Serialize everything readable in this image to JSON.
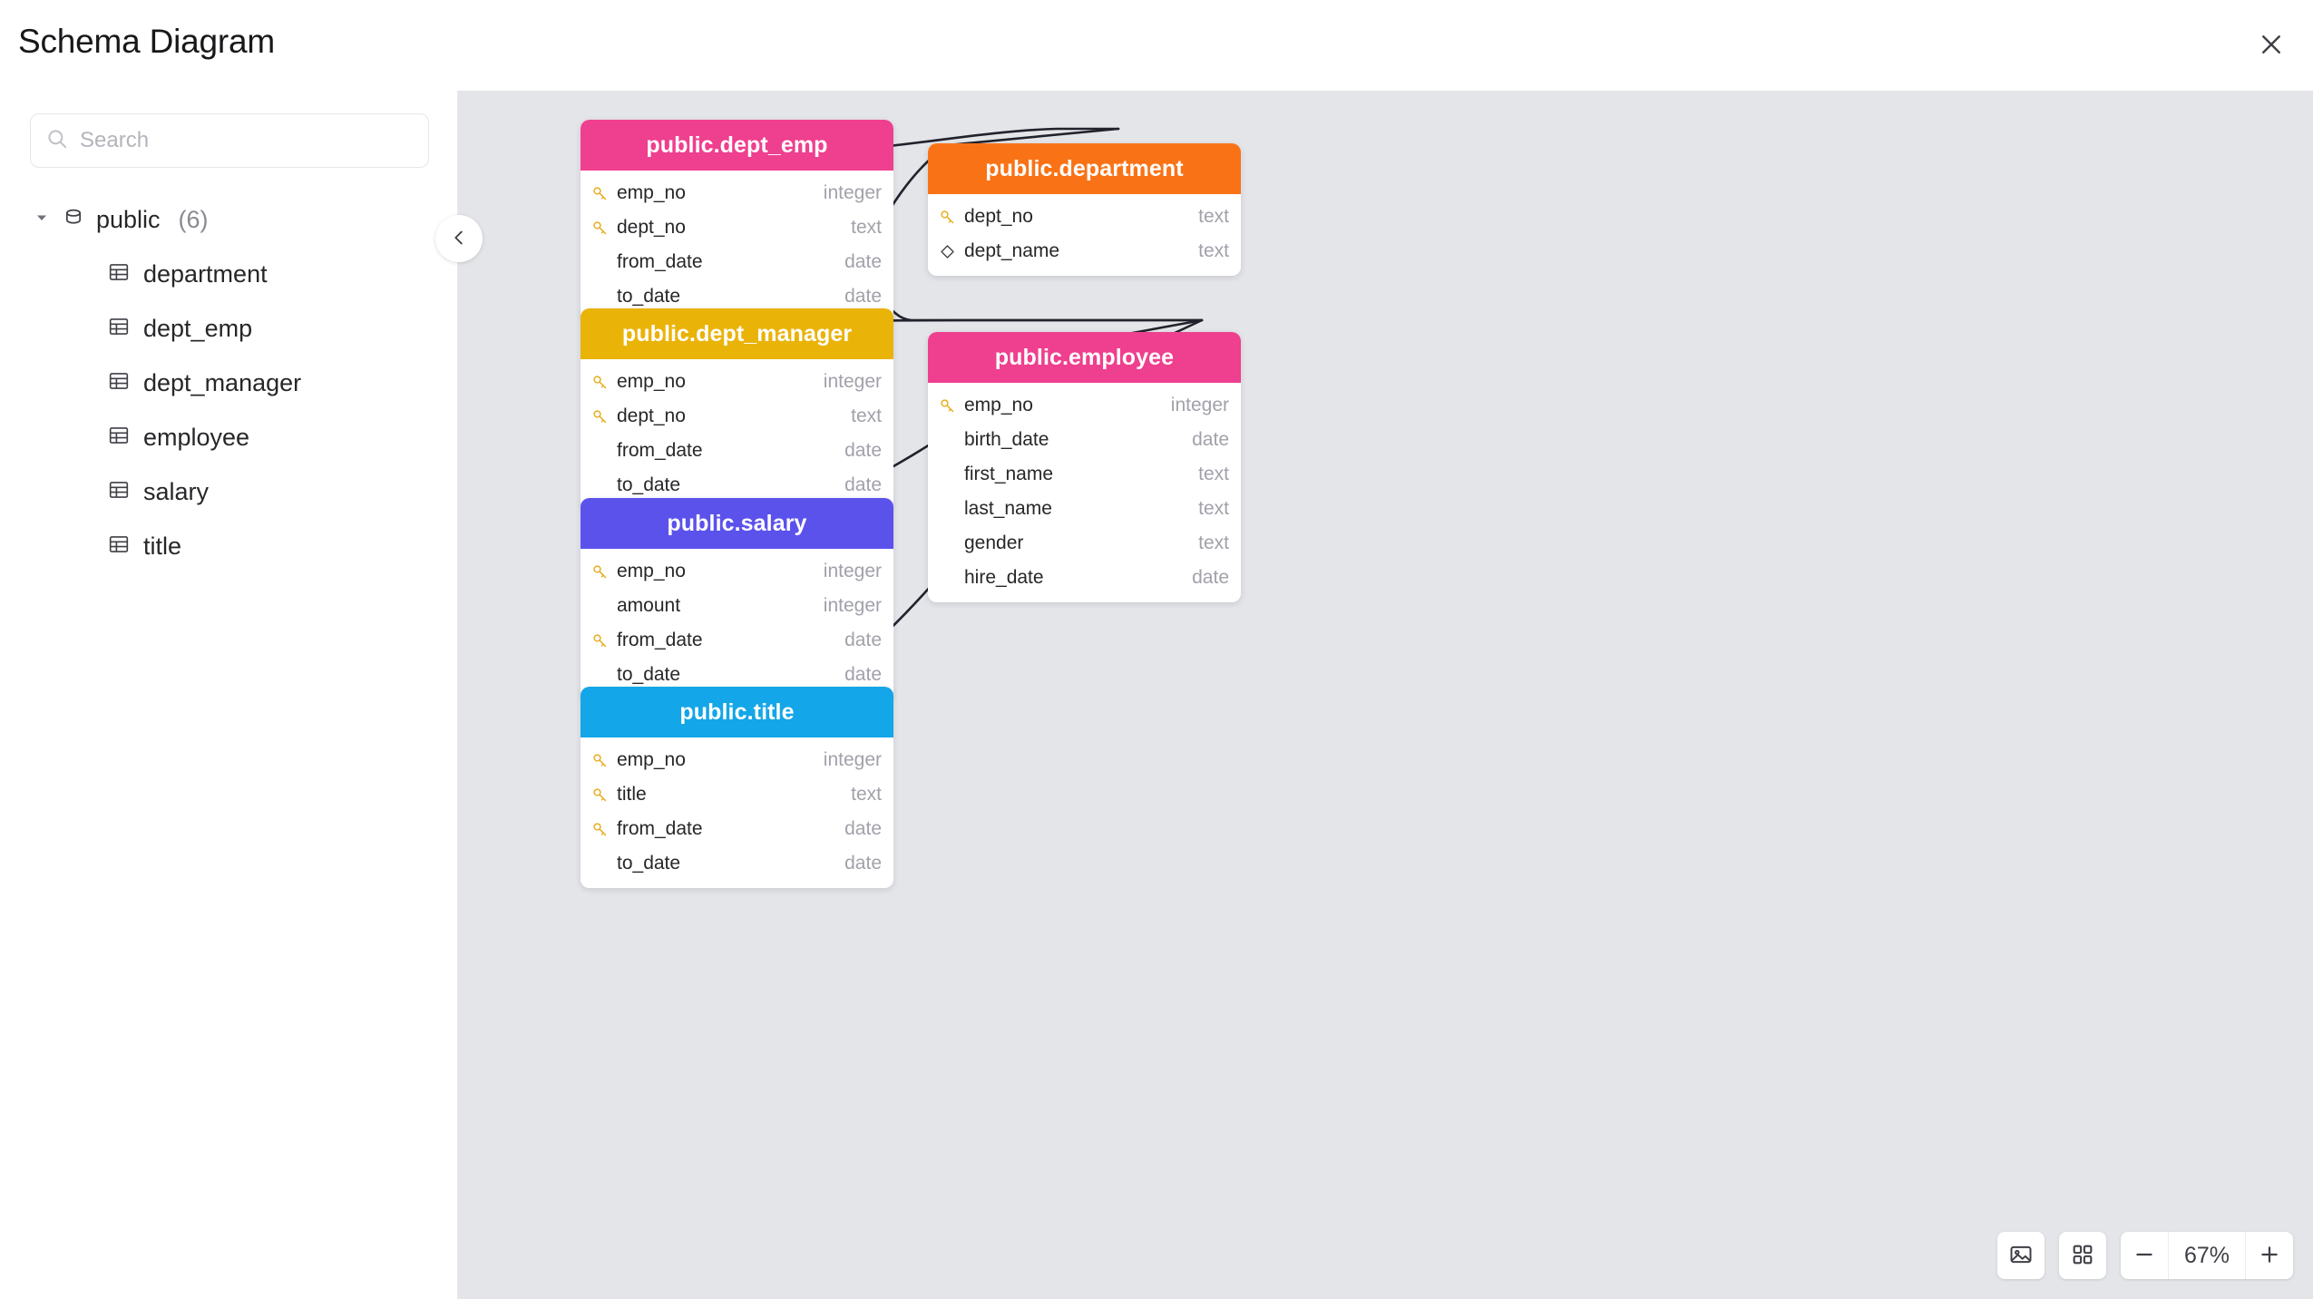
{
  "header": {
    "title": "Schema Diagram",
    "close_icon": "close-icon"
  },
  "sidebar": {
    "search": {
      "placeholder": "Search",
      "value": "",
      "icon": "search-icon"
    },
    "schema": {
      "label": "public",
      "count": "(6)",
      "expanded": true,
      "caret_icon": "chevron-down-icon",
      "schema_icon": "database-icon"
    },
    "tables": [
      {
        "label": "department",
        "icon": "table-icon"
      },
      {
        "label": "dept_emp",
        "icon": "table-icon"
      },
      {
        "label": "dept_manager",
        "icon": "table-icon"
      },
      {
        "label": "employee",
        "icon": "table-icon"
      },
      {
        "label": "salary",
        "icon": "table-icon"
      },
      {
        "label": "title",
        "icon": "table-icon"
      }
    ],
    "collapse_icon": "chevron-left-icon"
  },
  "canvas": {
    "background": "#e4e5e9",
    "nodes": [
      {
        "id": "dept_emp",
        "title": "public.dept_emp",
        "color": "#ef3f8f",
        "columns": [
          {
            "name": "emp_no",
            "type": "integer",
            "icon": "key-icon"
          },
          {
            "name": "dept_no",
            "type": "text",
            "icon": "key-icon"
          },
          {
            "name": "from_date",
            "type": "date",
            "icon": ""
          },
          {
            "name": "to_date",
            "type": "date",
            "icon": ""
          }
        ]
      },
      {
        "id": "department",
        "title": "public.department",
        "color": "#f97316",
        "columns": [
          {
            "name": "dept_no",
            "type": "text",
            "icon": "key-icon"
          },
          {
            "name": "dept_name",
            "type": "text",
            "icon": "diamond-icon"
          }
        ]
      },
      {
        "id": "dept_manager",
        "title": "public.dept_manager",
        "color": "#eab308",
        "columns": [
          {
            "name": "emp_no",
            "type": "integer",
            "icon": "key-icon"
          },
          {
            "name": "dept_no",
            "type": "text",
            "icon": "key-icon"
          },
          {
            "name": "from_date",
            "type": "date",
            "icon": ""
          },
          {
            "name": "to_date",
            "type": "date",
            "icon": ""
          }
        ]
      },
      {
        "id": "employee",
        "title": "public.employee",
        "color": "#ef3f8f",
        "columns": [
          {
            "name": "emp_no",
            "type": "integer",
            "icon": "key-icon"
          },
          {
            "name": "birth_date",
            "type": "date",
            "icon": ""
          },
          {
            "name": "first_name",
            "type": "text",
            "icon": ""
          },
          {
            "name": "last_name",
            "type": "text",
            "icon": ""
          },
          {
            "name": "gender",
            "type": "text",
            "icon": ""
          },
          {
            "name": "hire_date",
            "type": "date",
            "icon": ""
          }
        ]
      },
      {
        "id": "salary",
        "title": "public.salary",
        "color": "#5b52ec",
        "columns": [
          {
            "name": "emp_no",
            "type": "integer",
            "icon": "key-icon"
          },
          {
            "name": "amount",
            "type": "integer",
            "icon": ""
          },
          {
            "name": "from_date",
            "type": "date",
            "icon": "key-icon"
          },
          {
            "name": "to_date",
            "type": "date",
            "icon": ""
          }
        ]
      },
      {
        "id": "title",
        "title": "public.title",
        "color": "#13a6e8",
        "columns": [
          {
            "name": "emp_no",
            "type": "integer",
            "icon": "key-icon"
          },
          {
            "name": "title",
            "type": "text",
            "icon": "key-icon"
          },
          {
            "name": "from_date",
            "type": "date",
            "icon": "key-icon"
          },
          {
            "name": "to_date",
            "type": "date",
            "icon": ""
          }
        ]
      }
    ],
    "relations": [
      {
        "from": "dept_emp.emp_no",
        "to": "employee.emp_no"
      },
      {
        "from": "dept_emp.dept_no",
        "to": "department.dept_no"
      },
      {
        "from": "dept_manager.emp_no",
        "to": "employee.emp_no"
      },
      {
        "from": "dept_manager.dept_no",
        "to": "department.dept_no"
      },
      {
        "from": "salary.emp_no",
        "to": "employee.emp_no"
      },
      {
        "from": "title.emp_no",
        "to": "employee.emp_no"
      }
    ]
  },
  "toolbar": {
    "export_icon": "image-icon",
    "layout_icon": "grid-icon",
    "zoom_out_icon": "minus-icon",
    "zoom_in_icon": "plus-icon",
    "zoom_level": "67%"
  }
}
